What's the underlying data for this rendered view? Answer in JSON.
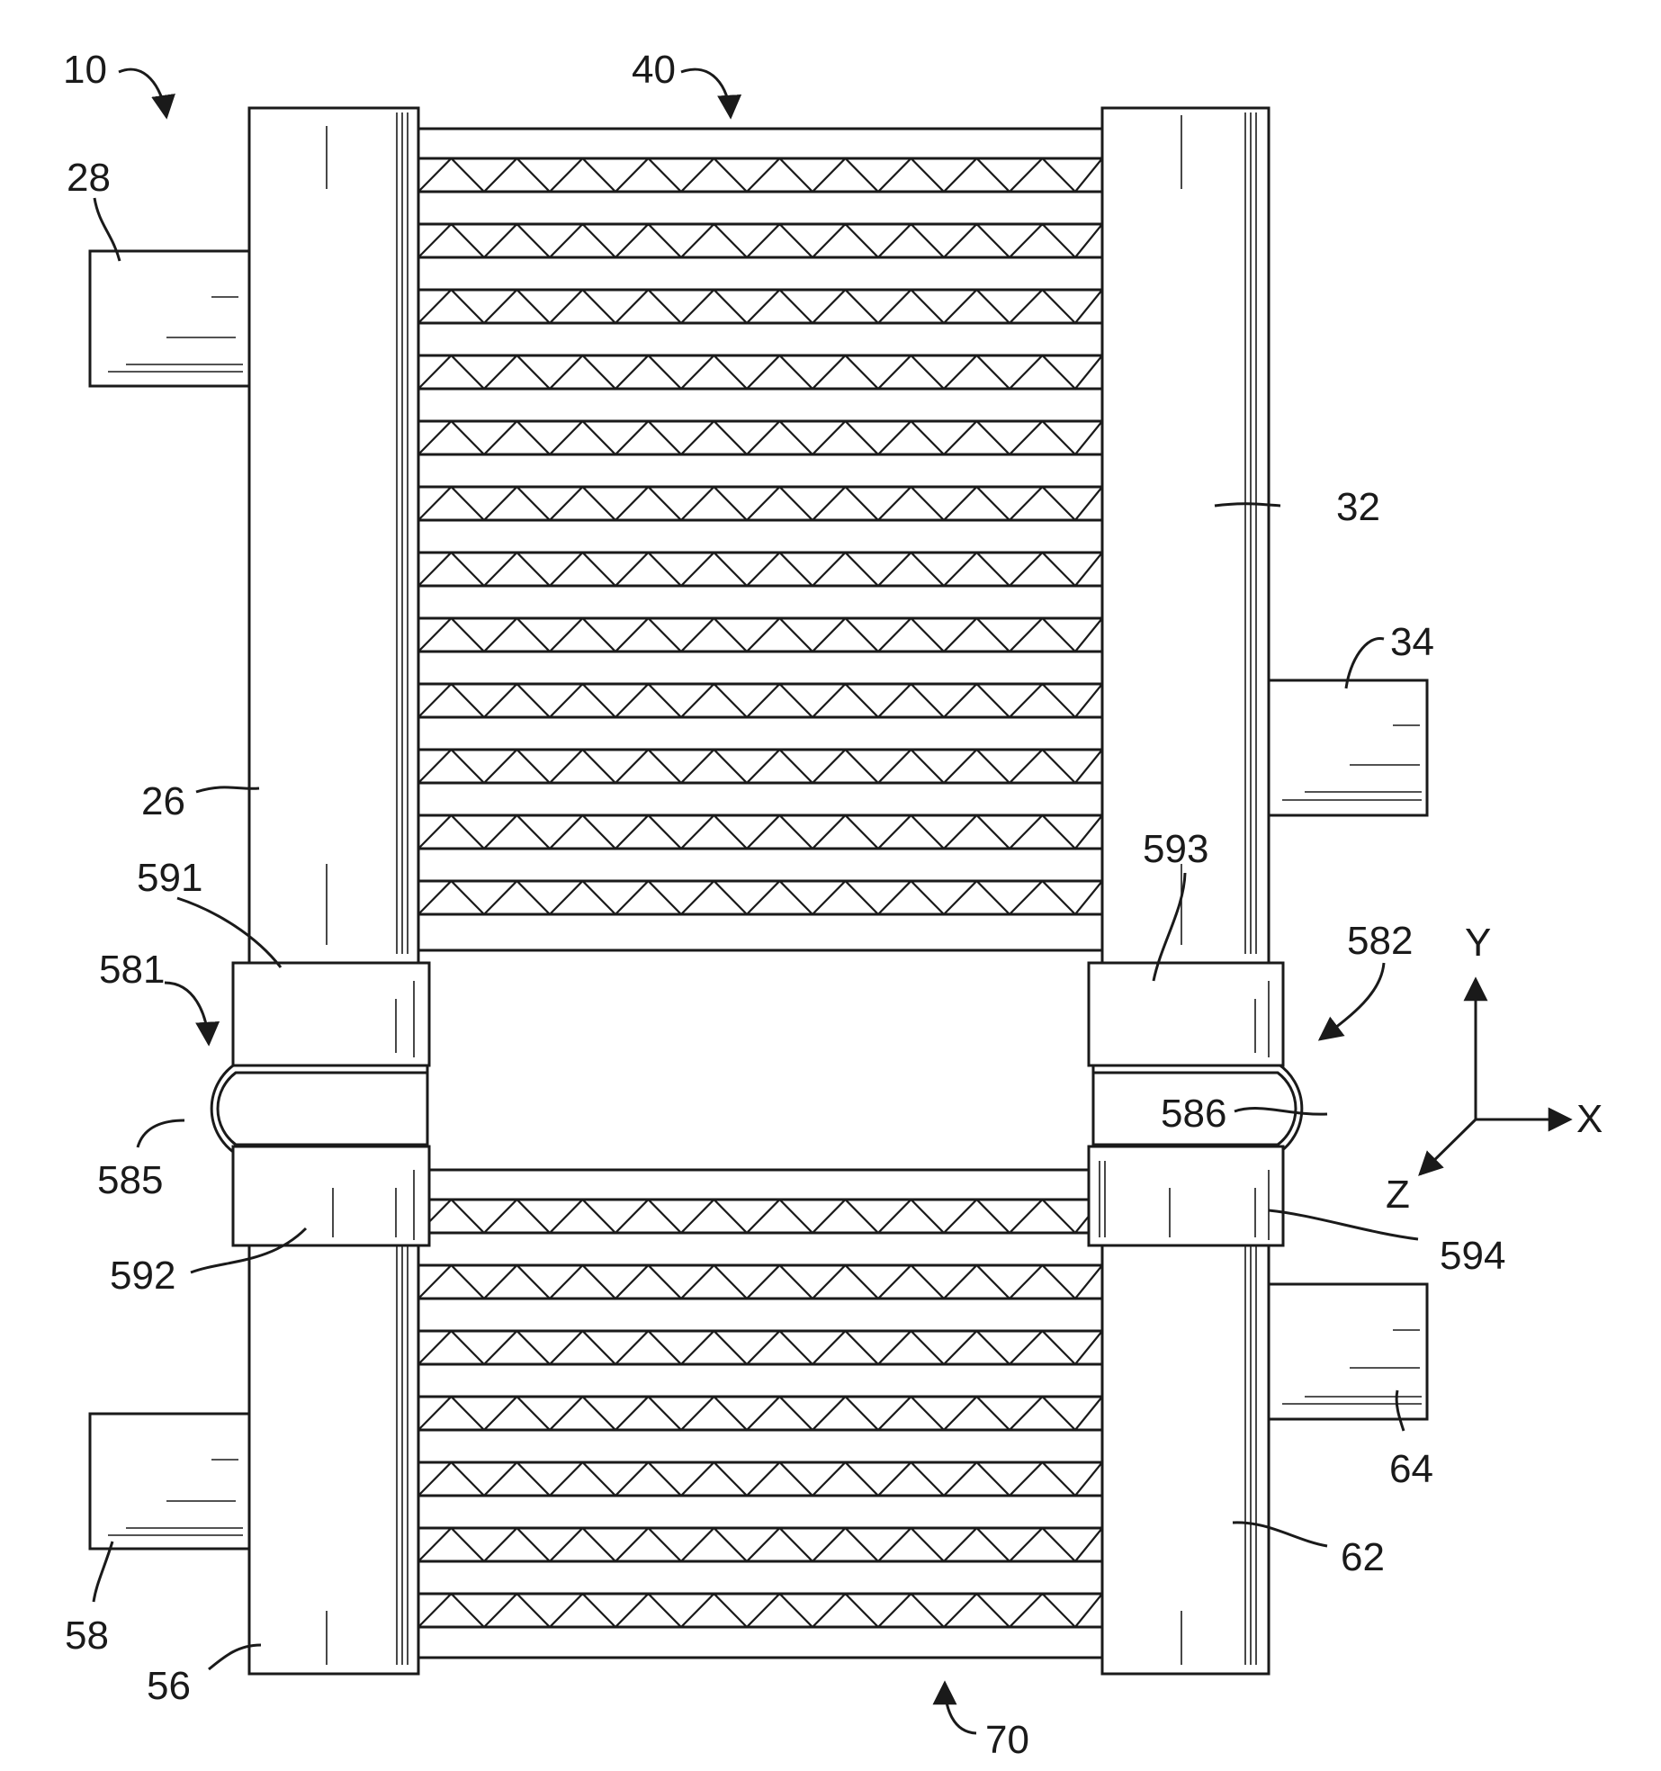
{
  "figure": {
    "background": "#ffffff",
    "line_color": "#1a1a1a",
    "labels": {
      "assembly": "10",
      "inlet_upper_left": "28",
      "header_upper_left": "26",
      "core_upper": "40",
      "header_upper_right": "32",
      "outlet_upper_right": "34",
      "connector_left": "581",
      "connector_right": "582",
      "collar_591": "591",
      "collar_592": "592",
      "collar_593": "593",
      "collar_594": "594",
      "bend_left": "585",
      "bend_right": "586",
      "header_lower_left": "56",
      "inlet_lower_left": "58",
      "header_lower_right": "62",
      "outlet_lower_right": "64",
      "core_lower": "70"
    },
    "axes": {
      "y": "Y",
      "x": "X",
      "z": "Z"
    }
  }
}
